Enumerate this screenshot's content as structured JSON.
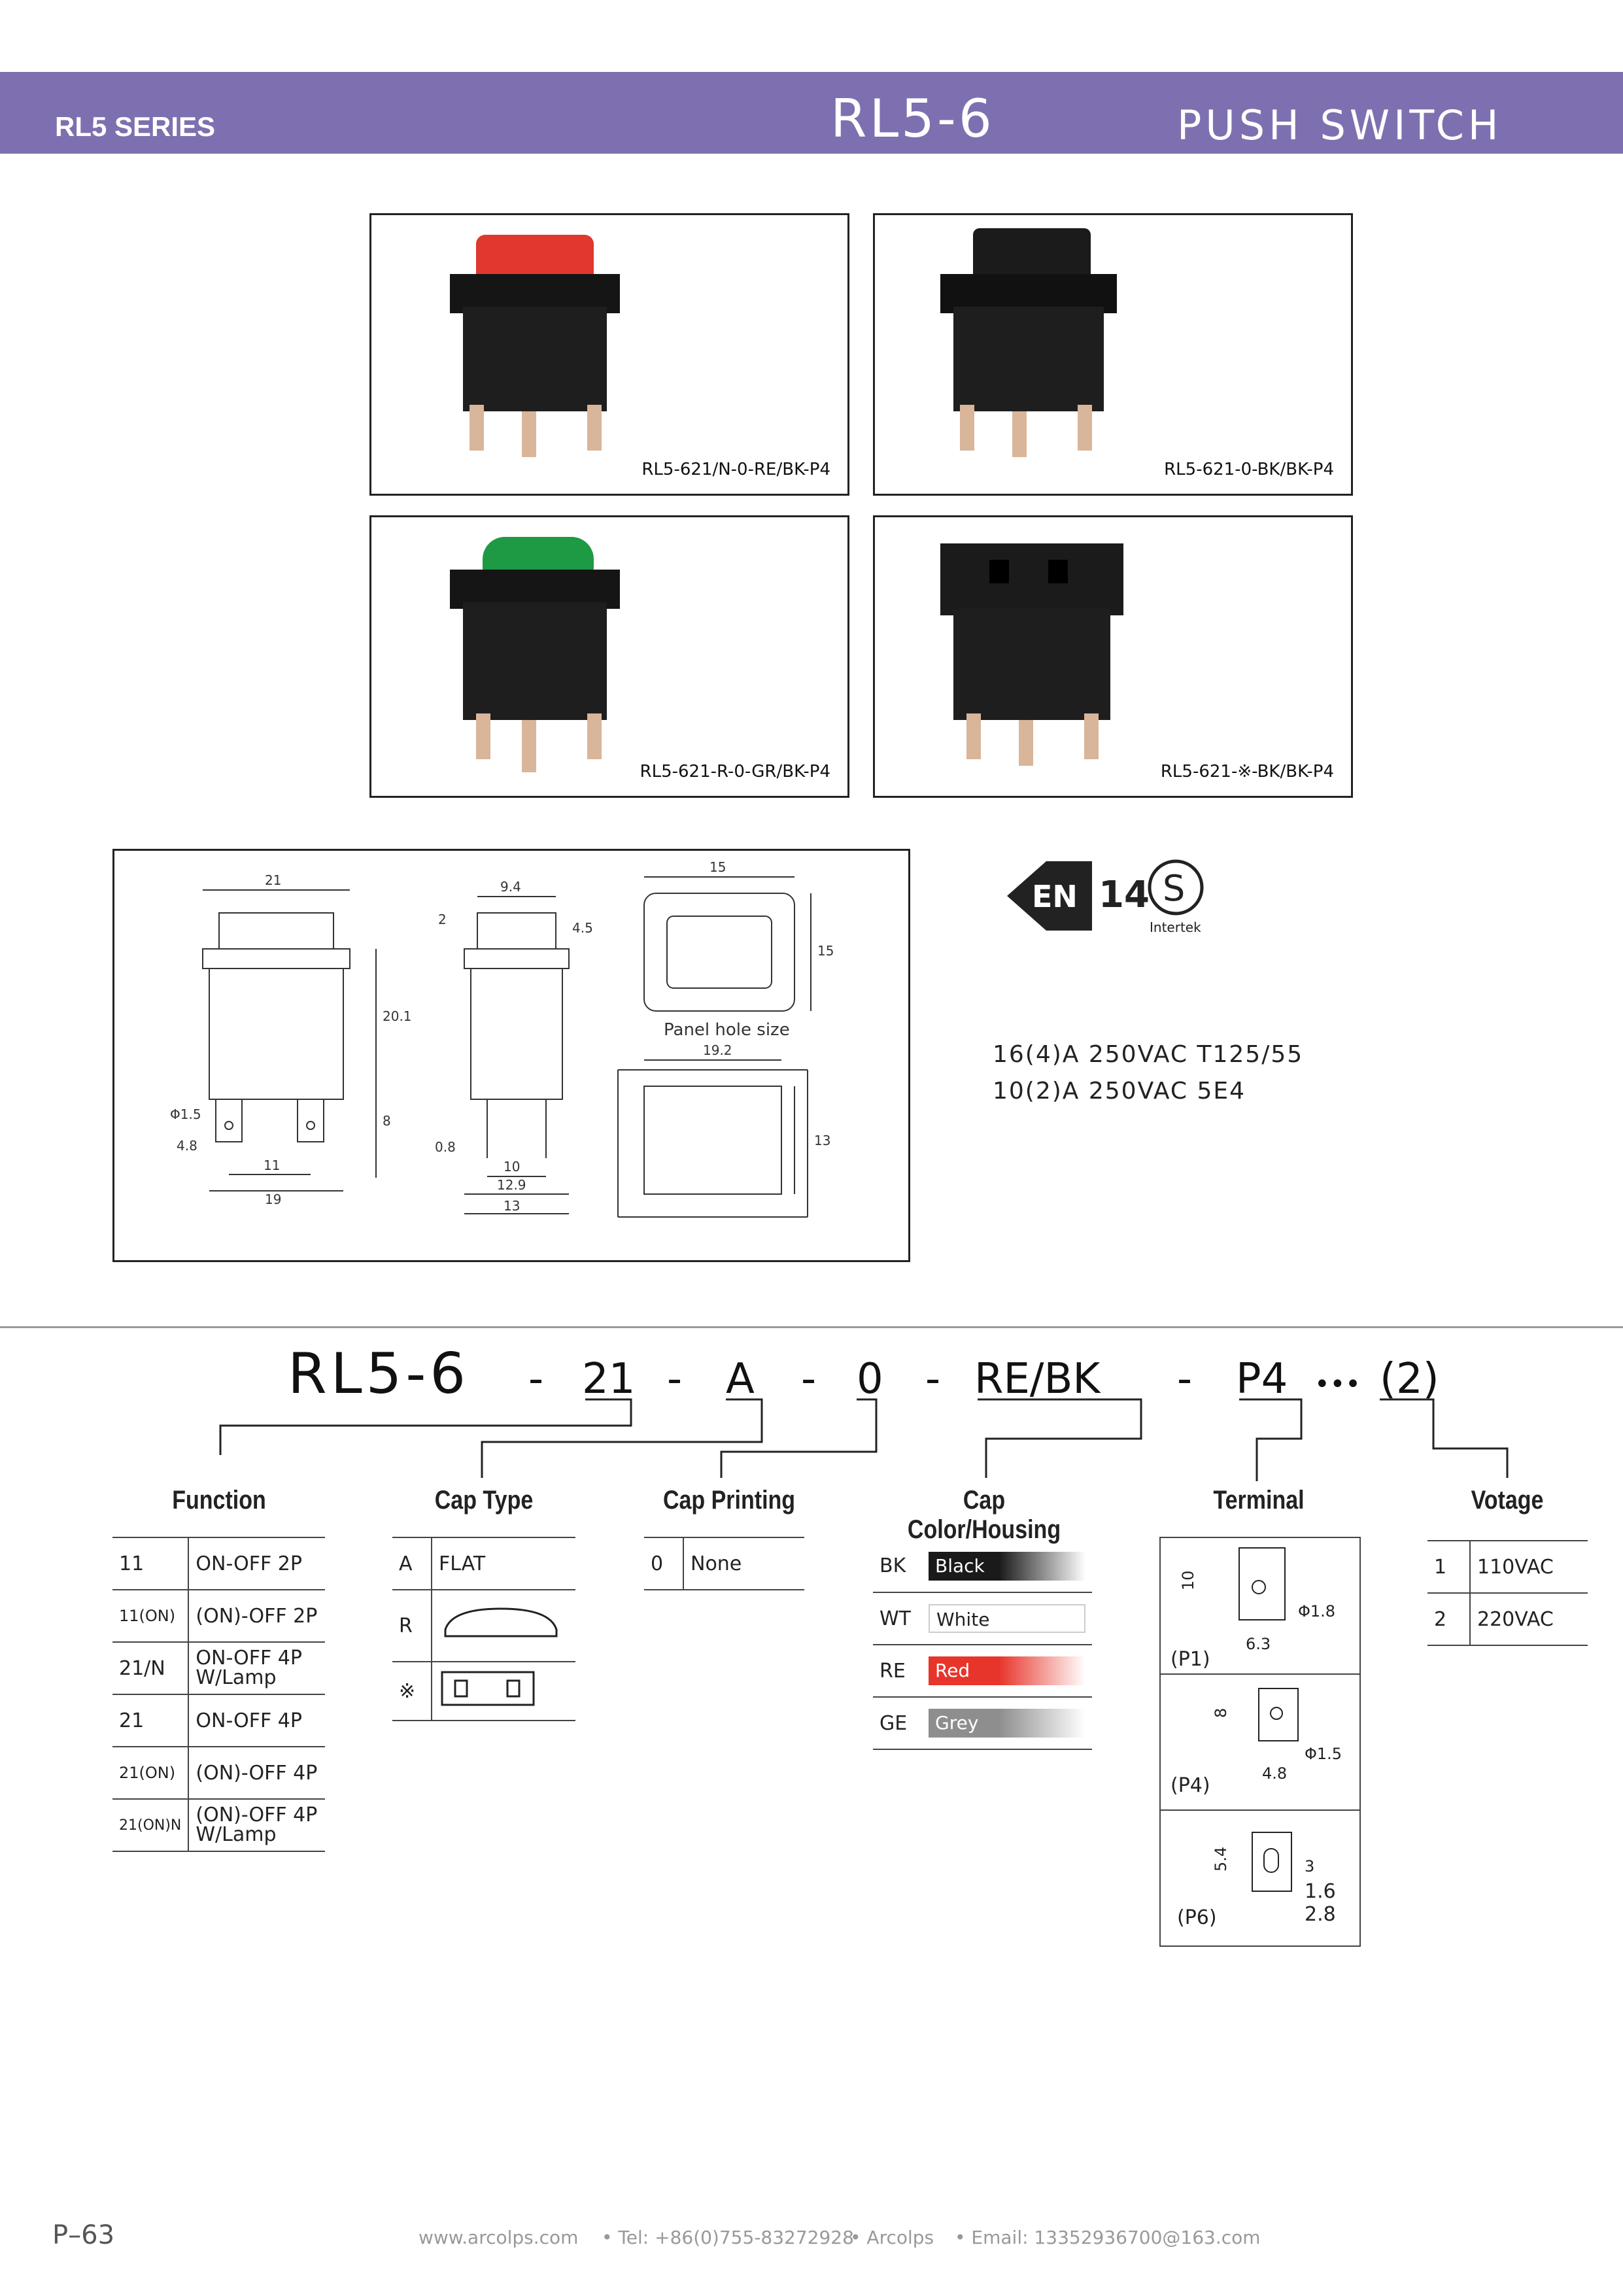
{
  "header": {
    "series": "RL5 SERIES",
    "model": "RL5-6",
    "type": "PUSH SWITCH"
  },
  "photos": [
    {
      "label": "RL5-621/N-0-RE/BK-P4",
      "cap_color": "#e0372f",
      "cap_shape": "flat"
    },
    {
      "label": "RL5-621-0-BK/BK-P4",
      "cap_color": "#1b1b1b",
      "cap_shape": "flat"
    },
    {
      "label": "RL5-621-R-0-GR/BK-P4",
      "cap_color": "#1e9a45",
      "cap_shape": "round"
    },
    {
      "label": "RL5-621-※-BK/BK-P4",
      "cap_color": "#1b1b1b",
      "cap_shape": "socket"
    }
  ],
  "drawing": {
    "front": {
      "w": "21",
      "h": "20.1",
      "lower": "8",
      "hole": "Φ1.5",
      "tab": "4.8",
      "pitch": "11",
      "base": "19"
    },
    "side": {
      "top": "9.4",
      "cap": "2",
      "cap2": "4.5",
      "pin": "0.8",
      "p1": "10",
      "p2": "12.9",
      "p3": "13"
    },
    "cap_top": {
      "w": "15",
      "h": "15"
    },
    "panel_label": "Panel hole size",
    "panel": {
      "w": "19.2",
      "h": "13"
    }
  },
  "certs": {
    "enec": "14",
    "s_mark": "Intertek"
  },
  "ratings": [
    "16(4)A  250VAC  T125/55",
    "10(2)A  250VAC  5E4"
  ],
  "code": {
    "prefix": "RL5-6",
    "parts": [
      "21",
      "A",
      "0",
      "RE/BK",
      "P4"
    ],
    "suffix": "(2)",
    "sep": "-",
    "dots": "•••"
  },
  "sections": {
    "function": {
      "title": "Function",
      "rows": [
        [
          "11",
          "ON-OFF  2P"
        ],
        [
          "11(ON)",
          "(ON)-OFF 2P"
        ],
        [
          "21/N",
          "ON-OFF 4P W/Lamp"
        ],
        [
          "21",
          "ON-OFF 4P"
        ],
        [
          "21(ON)",
          "(ON)-OFF 4P"
        ],
        [
          "21(ON)N",
          "(ON)-OFF 4P W/Lamp"
        ]
      ]
    },
    "cap_type": {
      "title": "Cap Type",
      "rows": [
        [
          "A",
          "FLAT"
        ],
        [
          "R",
          ""
        ],
        [
          "※",
          ""
        ]
      ]
    },
    "cap_printing": {
      "title": "Cap Printing",
      "rows": [
        [
          "0",
          "None"
        ]
      ]
    },
    "cap_color": {
      "title": "Cap Color/Housing",
      "rows": [
        [
          "BK",
          "Black",
          "#1a1a1a"
        ],
        [
          "WT",
          "White",
          "#ffffff"
        ],
        [
          "RE",
          "Red",
          "#e8352b"
        ],
        [
          "GE",
          "Grey",
          "#8e8e8e"
        ]
      ]
    },
    "terminal": {
      "title": "Terminal",
      "items": [
        {
          "label": "(P1)",
          "a": "10",
          "b": "Φ1.8",
          "c": "6.3"
        },
        {
          "label": "(P4)",
          "a": "8",
          "b": "Φ1.5",
          "c": "4.8"
        },
        {
          "label": "(P6)",
          "a": "5.4",
          "b": "3",
          "c": "1.6",
          "d": "2.8"
        }
      ]
    },
    "voltage": {
      "title": "Votage",
      "rows": [
        [
          "1",
          "110VAC"
        ],
        [
          "2",
          "220VAC"
        ]
      ]
    }
  },
  "footer": {
    "page": "P–63",
    "web": "www.arcolps.com",
    "tel": "• Tel: +86(0)755-83272928",
    "brand": "• Arcolps",
    "email": "• Email: 13352936700@163.com"
  }
}
